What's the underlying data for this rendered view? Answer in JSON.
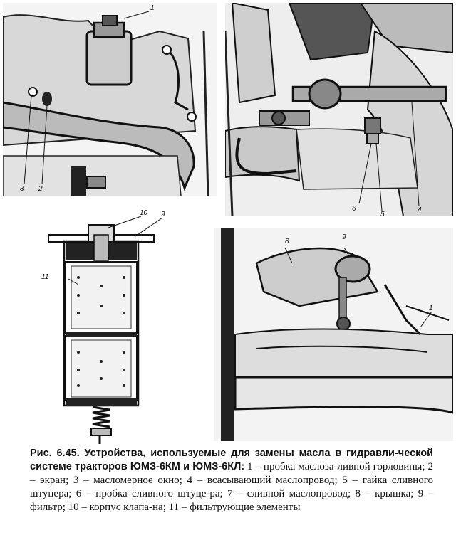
{
  "callouts": {
    "p1": [
      "1",
      "3",
      "2"
    ],
    "p2": [
      "6",
      "5",
      "4"
    ],
    "p3": [
      "10",
      "9",
      "11"
    ],
    "p4": [
      "8",
      "9",
      "1"
    ]
  },
  "caption": {
    "title": "Рис. 6.45. Устройства, используемые для замены масла в гидравли-ческой системе тракторов ЮМЗ-6КМ и ЮМЗ-6КЛ:",
    "body": " 1 – пробка маслоза-ливной горловины; 2 – экран; 3 – масломерное окно; 4 – всасывающий маслопровод; 5 – гайка сливного штуцера; 6 – пробка сливного штуце-ра; 7 – сливной маслопровод; 8 – крышка; 9 – фильтр; 10 – корпус клапа-на; 11 – фильтрующие элементы"
  }
}
